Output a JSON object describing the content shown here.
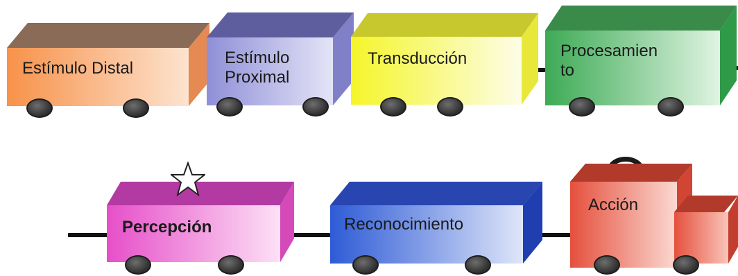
{
  "cars": [
    {
      "id": "estimulo-distal",
      "label": "Estímulo Distal",
      "bold": false
    },
    {
      "id": "estimulo-proximal",
      "label": "Estímulo\nProximal",
      "bold": false
    },
    {
      "id": "transduccion",
      "label": "Transducción",
      "bold": false
    },
    {
      "id": "procesamiento",
      "label": "Procesamien\nto",
      "bold": false
    },
    {
      "id": "percepcion",
      "label": "Percepción",
      "bold": true
    },
    {
      "id": "reconocimiento",
      "label": "Reconocimiento",
      "bold": false
    },
    {
      "id": "accion",
      "label": "Acción",
      "bold": false
    }
  ],
  "colors": {
    "estimulo-distal": {
      "front": [
        "#f7924a",
        "#fde3cf"
      ],
      "top": "#8a6b58",
      "side": "#e48a52"
    },
    "estimulo-proximal": {
      "front": [
        "#8f8fd8",
        "#e4e4f7"
      ],
      "top": "#5e5e9e",
      "side": "#8080c8"
    },
    "transduccion": {
      "front": [
        "#f5f52a",
        "#fdfde8"
      ],
      "top": "#c7c72e",
      "side": "#e8e83a"
    },
    "procesamiento": {
      "front": [
        "#3daa55",
        "#e0f4e2"
      ],
      "top": "#3a8a4a",
      "side": "#2f9a48"
    },
    "percepcion": {
      "front": [
        "#e64fc9",
        "#fde0f6"
      ],
      "top": "#b23aa2",
      "side": "#d44ab9"
    },
    "reconocimiento": {
      "front": [
        "#2e5bd6",
        "#dfe6f9"
      ],
      "top": "#2845b0",
      "side": "#1f3fb0"
    },
    "accion": {
      "front": [
        "#e5503d",
        "#fbd9d2"
      ],
      "top": "#b23a2b",
      "side": "#d24433"
    }
  },
  "icons": {
    "star": "star-icon",
    "handle": "handle-icon"
  }
}
